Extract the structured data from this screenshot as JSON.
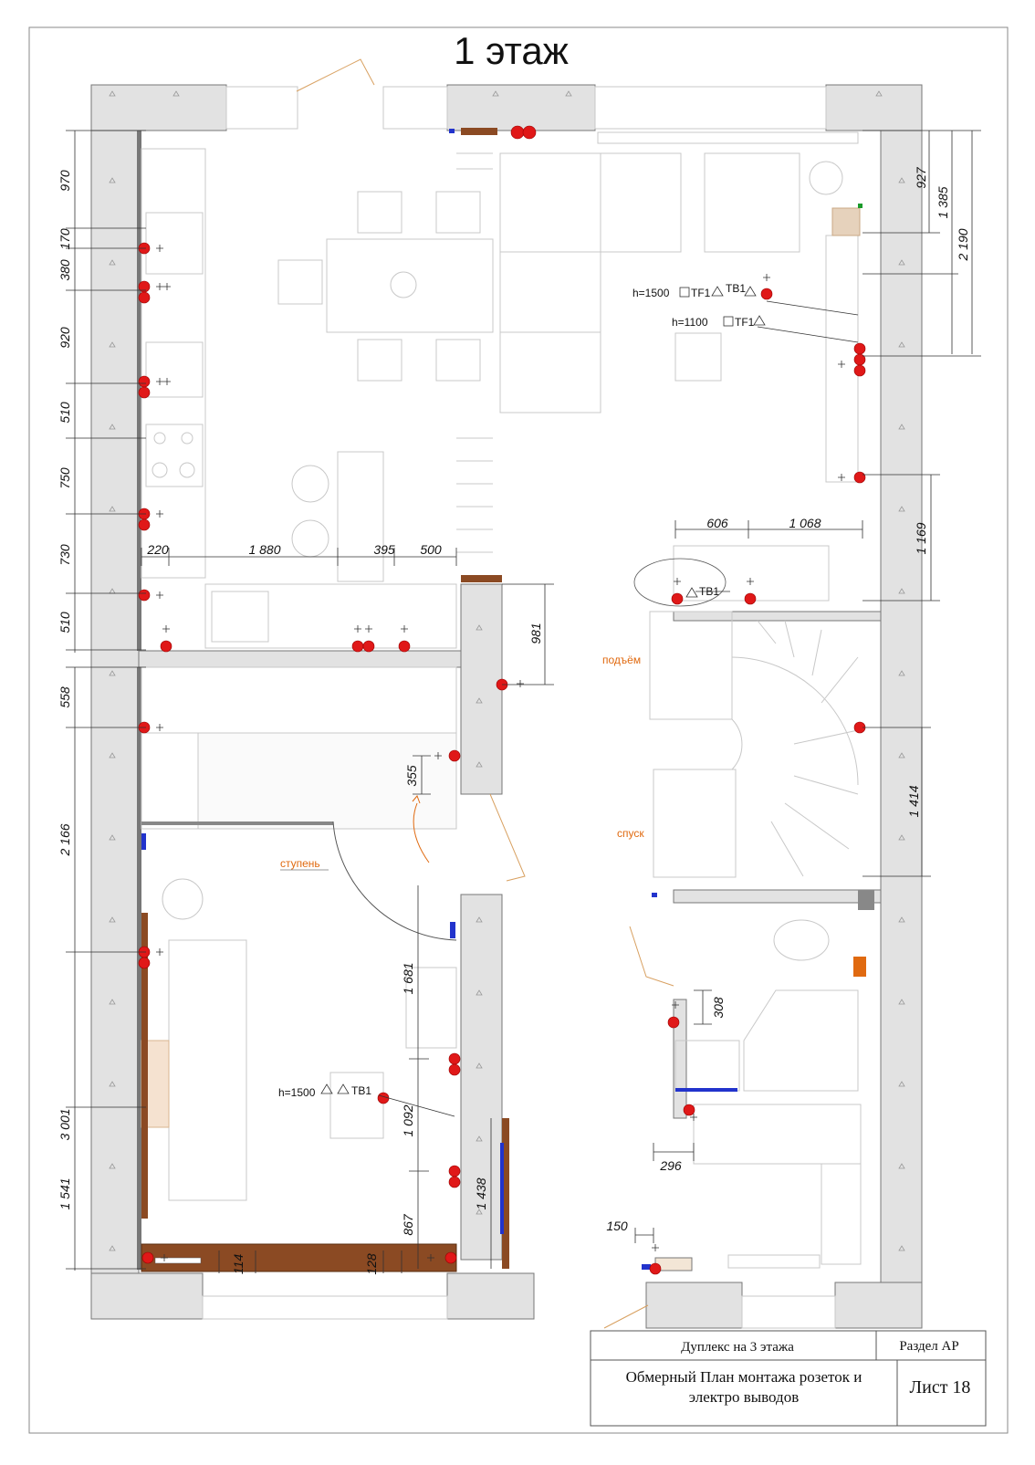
{
  "title": "1 этаж",
  "notes": {
    "lift": "подъём",
    "descent": "спуск",
    "step": "ступень"
  },
  "fixtures": {
    "living_h": "h=1500",
    "living_h2": "h=1100",
    "bed_h": "h=1500",
    "tf1": "TF1",
    "tb1": "TB1"
  },
  "dimensions": {
    "left_upper": [
      "970",
      "170",
      "380",
      "920",
      "510",
      "750",
      "730",
      "510"
    ],
    "left_lower": [
      "558",
      "2 166",
      "3 001",
      "1 541"
    ],
    "right": [
      "927",
      "1 385",
      "2 190",
      "1 169",
      "1 414"
    ],
    "kitchen_h": [
      "220",
      "1 880",
      "395",
      "500"
    ],
    "hall_h": [
      "606",
      "1 068"
    ],
    "misc": [
      "981",
      "355",
      "1 681",
      "1 092",
      "1 438",
      "867",
      "114",
      "128",
      "308",
      "296",
      "150"
    ]
  },
  "title_block": {
    "project": "Дуплекс на 3 этажа",
    "section": "Раздел АР",
    "drawing": "Обмерный План монтажа розеток и электро выводов",
    "drawing_line1": "Обмерный План монтажа розеток и",
    "drawing_line2": "электро выводов",
    "sheet": "Лист 18"
  },
  "colors": {
    "socket": "#e01818",
    "wood": "#8b4a23",
    "note": "#e06a10",
    "marker_blue": "#2233cc",
    "wall": "#e2e2e2"
  }
}
